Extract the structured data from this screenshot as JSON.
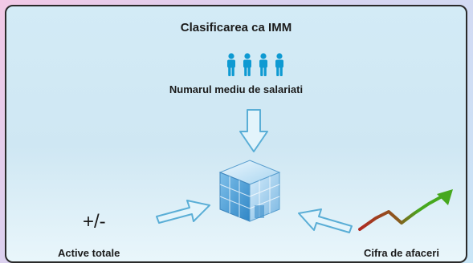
{
  "diagram": {
    "title": "Clasificarea ca IMM",
    "nodes": {
      "employees": {
        "label": "Numarul mediu de salariati",
        "icon": "people-icon"
      },
      "assets": {
        "label": "Active totale",
        "symbol": "+/-"
      },
      "turnover": {
        "label": "Cifra de afaceri",
        "icon": "trend-chart-icon"
      },
      "center": {
        "icon": "building-cube-icon"
      }
    },
    "colors": {
      "people": "#0e9ad2",
      "arrow_fill": "#e3f4fb",
      "arrow_stroke": "#5aaed6",
      "chart_red": "#b02a22",
      "chart_green": "#46a81e",
      "cube_blue": "#2f86c6"
    }
  }
}
